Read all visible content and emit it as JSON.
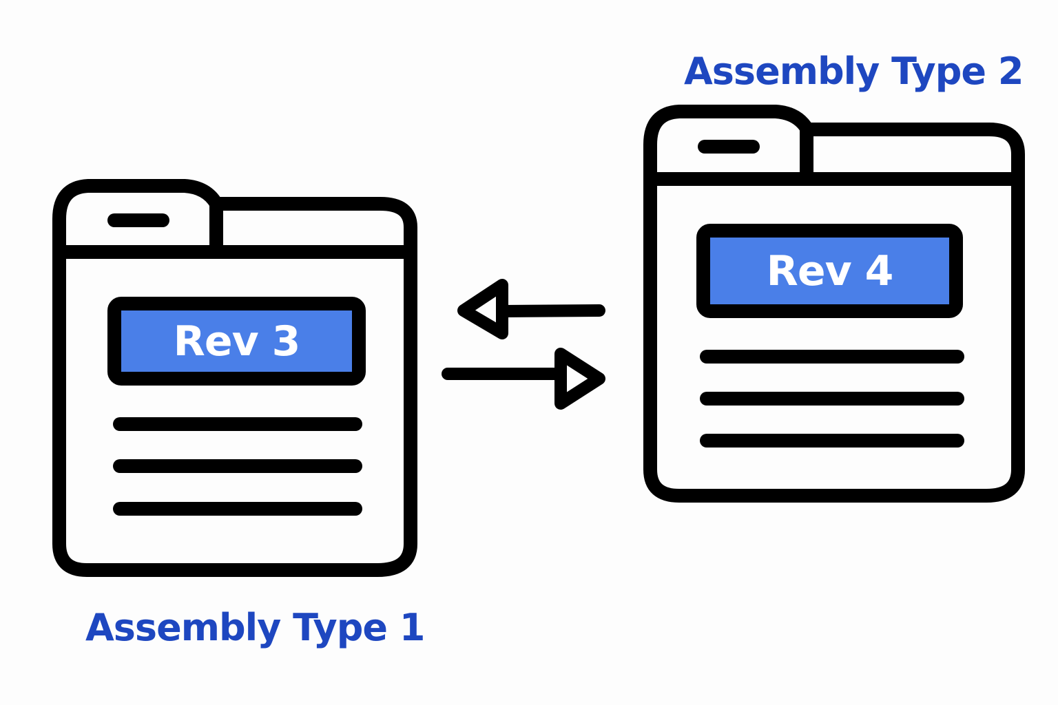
{
  "colors": {
    "label_blue": "#1e47c0",
    "rev_fill": "#4a7fe8",
    "stroke": "#000000",
    "background": "#fdfdfd"
  },
  "assemblies": [
    {
      "title": "Assembly Type 1",
      "revision": "Rev 3",
      "content_lines": 3,
      "icon": "browser-window-icon"
    },
    {
      "title": "Assembly Type 2",
      "revision": "Rev 4",
      "content_lines": 3,
      "icon": "browser-window-icon"
    }
  ],
  "connectors": [
    {
      "direction": "left",
      "from": "Assembly Type 2",
      "to": "Assembly Type 1",
      "icon": "arrow-left-icon"
    },
    {
      "direction": "right",
      "from": "Assembly Type 1",
      "to": "Assembly Type 2",
      "icon": "arrow-right-icon"
    }
  ]
}
